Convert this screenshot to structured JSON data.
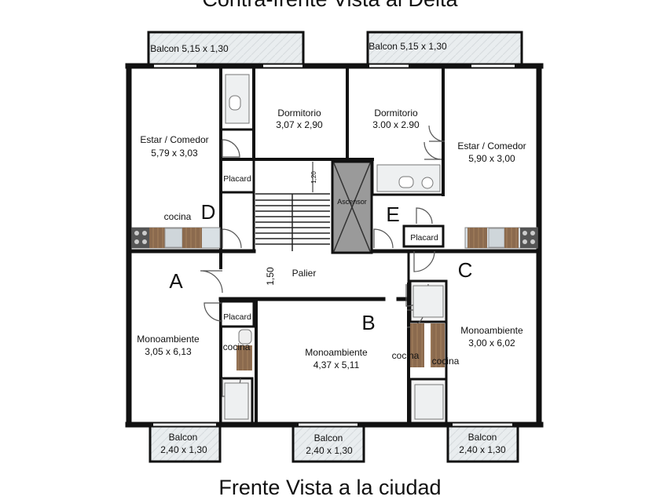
{
  "titles": {
    "top": "Contra-frente Vista al Delta",
    "bottom": "Frente Vista a la ciudad"
  },
  "units": {
    "A": "A",
    "B": "B",
    "C": "C",
    "D": "D",
    "E": "E"
  },
  "rooms": {
    "balcon_top_left": {
      "name": "Balcon",
      "size": "5,15 x 1,30"
    },
    "balcon_top_right": {
      "name": "Balcon",
      "size": "5,15 x 1,30"
    },
    "dormitorio_d": {
      "name": "Dormitorio",
      "size": "3,07 x 2,90"
    },
    "dormitorio_e": {
      "name": "Dormitorio",
      "size": "3.00 x 2.90"
    },
    "estar_d": {
      "name": "Estar / Comedor",
      "size": "5,79 x 3,03"
    },
    "estar_e": {
      "name": "Estar / Comedor",
      "size": "5,90 x 3,00"
    },
    "mono_a": {
      "name": "Monoambiente",
      "size": "3,05 x 6,13"
    },
    "mono_b": {
      "name": "Monoambiente",
      "size": "4,37 x 5,11"
    },
    "mono_c": {
      "name": "Monoambiente",
      "size": "3,00 x 6,02"
    },
    "balcon_a": {
      "name": "Balcon",
      "size": "2,40 x 1,30"
    },
    "balcon_b": {
      "name": "Balcon",
      "size": "2,40 x 1,30"
    },
    "balcon_c": {
      "name": "Balcon",
      "size": "2,40 x 1,30"
    }
  },
  "labels": {
    "placard_d": "Placard",
    "placard_e": "Placard",
    "placard_a": "Placard",
    "cocina_d": "cocina",
    "cocina_a": "cocina",
    "cocina_b": "cocina",
    "cocina_c": "cocina",
    "ascensor": "Ascensor",
    "palier": "Palier",
    "dim_palier": "1,50",
    "dim_stair": "1,20"
  },
  "colors": {
    "wall": "#111111",
    "balcony": "#e8ecee",
    "elevator": "#9a9a9a",
    "kitchen_wood": "#8b6a4e",
    "bath_fill": "#f2f2f2"
  }
}
